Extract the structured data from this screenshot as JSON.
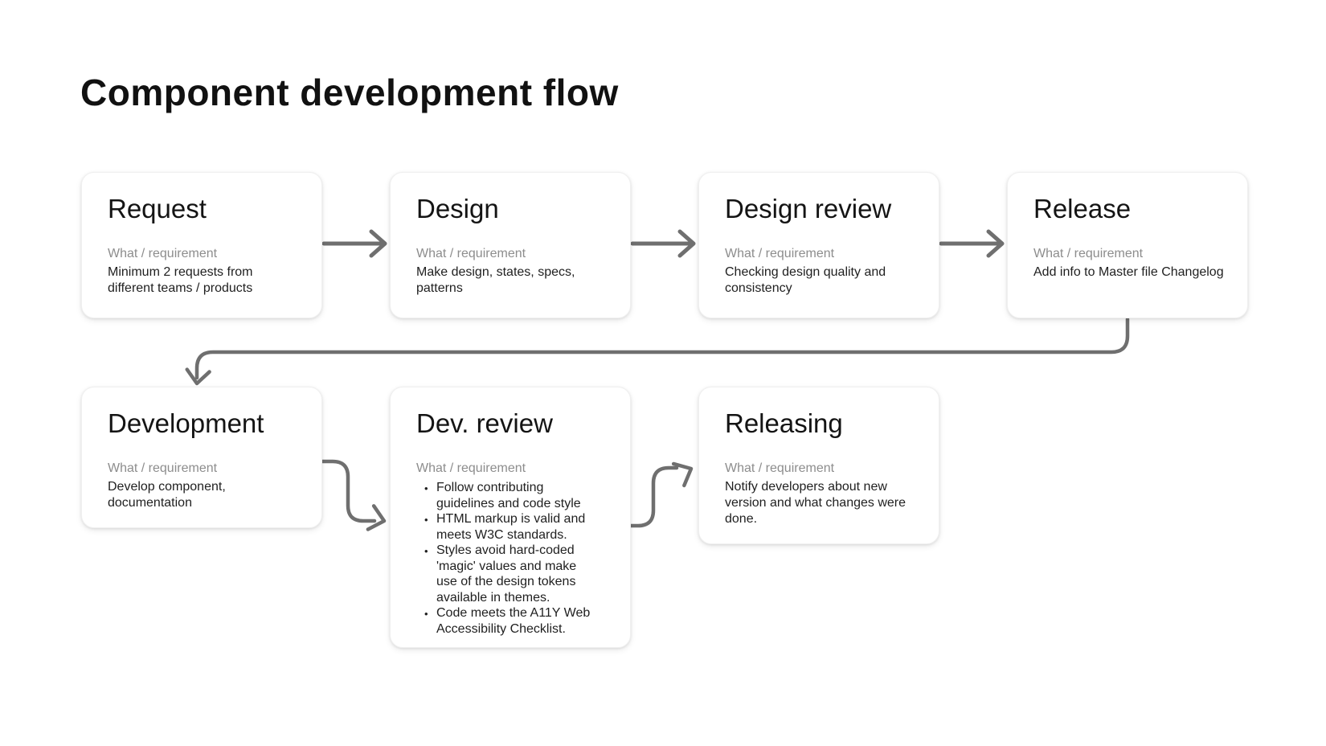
{
  "page": {
    "title": "Component development flow",
    "background": "#ffffff"
  },
  "colors": {
    "arrow": "#6f6f6f",
    "card_title": "#141414",
    "card_label": "#8d8d8d",
    "card_body": "#1f1f1f",
    "card_background": "#ffffff"
  },
  "cards": [
    {
      "id": "request",
      "title": "Request",
      "label": "What / requirement",
      "body": "Minimum 2 requests from different teams / products"
    },
    {
      "id": "design",
      "title": "Design",
      "label": "What / requirement",
      "body": "Make design, states, specs, patterns"
    },
    {
      "id": "design-review",
      "title": "Design review",
      "label": "What / requirement",
      "body": "Checking design quality and consistency"
    },
    {
      "id": "release",
      "title": "Release",
      "label": "What / requirement",
      "body": "Add info to Master file Changelog"
    },
    {
      "id": "development",
      "title": "Development",
      "label": "What / requirement",
      "body": "Develop component, documentation"
    },
    {
      "id": "dev-review",
      "title": "Dev. review",
      "label": "What / requirement",
      "bullets": [
        "Follow contributing guidelines and code style",
        "HTML markup is valid and meets W3C standards.",
        "Styles avoid hard-coded 'magic' values and make use of the design tokens available in themes.",
        "Code meets the A11Y Web Accessibility Checklist."
      ]
    },
    {
      "id": "releasing",
      "title": "Releasing",
      "label": "What / requirement",
      "body": "Notify developers about new version and what changes were done."
    }
  ],
  "connections": [
    {
      "from": "Request",
      "to": "Design"
    },
    {
      "from": "Design",
      "to": "Design review"
    },
    {
      "from": "Design review",
      "to": "Release"
    },
    {
      "from": "Release",
      "to": "Development"
    },
    {
      "from": "Development",
      "to": "Dev. review"
    },
    {
      "from": "Dev. review",
      "to": "Releasing"
    }
  ]
}
